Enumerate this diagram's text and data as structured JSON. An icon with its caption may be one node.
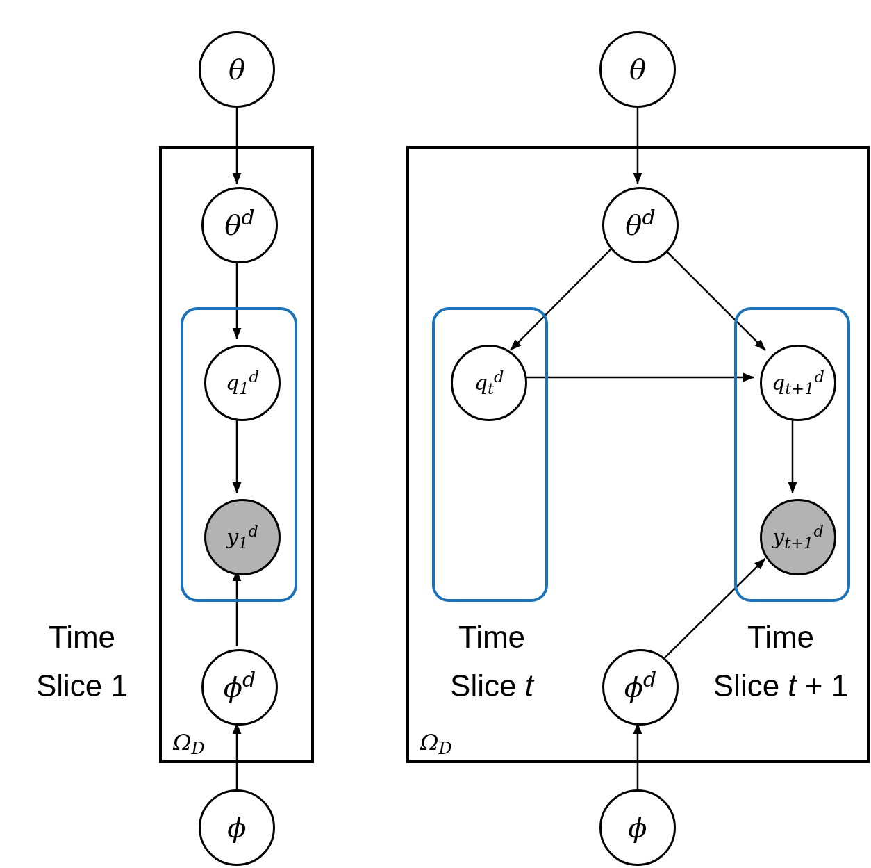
{
  "diagram": {
    "nodes": [
      {
        "text": [
          "θ"
        ]
      },
      {
        "text": [
          "Ω$_{D}$"
        ]
      },
      {
        "text": [
          "θ$^{d}$"
        ],
        "in": 1
      },
      {
        "text": [],
        "shape": "box",
        "in": 1,
        "beside": [
          "Time Slice 1"
        ]
      },
      {
        "text": [
          "q$_{1}$$^{d}$"
        ],
        "in": 3
      },
      {
        "text": [
          "y$_{1}$$^{d}$"
        ],
        "in": 3
      },
      {
        "text": [
          "ϕ$^{d}$"
        ],
        "in": 1
      },
      {
        "text": [
          "ϕ"
        ]
      },
      {
        "text": [
          "θ"
        ]
      },
      {
        "text": [
          "Ω$_{D}$"
        ]
      },
      {
        "text": [
          "θ$^{d}$"
        ],
        "in": 9
      },
      {
        "text": [],
        "shape": "box",
        "in": 9,
        "beside": [
          "Time Slice *t*"
        ]
      },
      {
        "text": [
          "q$_{t}$$^{d}$"
        ],
        "in": 11
      },
      {
        "text": [],
        "shape": "box",
        "in": 9,
        "beside": [
          "Time Slice *t* + 1"
        ]
      },
      {
        "text": [
          "q$_{t+1}$$^{d}$"
        ],
        "in": 13
      },
      {
        "text": [
          "y$_{t+1}$$^{d}$"
        ],
        "in": 13
      },
      {
        "text": [
          "ϕ$^{d}$"
        ],
        "in": 9
      },
      {
        "text": [
          "ϕ"
        ]
      }
    ],
    "edges": [
      {
        "from": 0,
        "to": 2,
        "arrow": "to"
      },
      {
        "from": 2,
        "to": 4,
        "arrow": "to"
      },
      {
        "from": 4,
        "to": 5,
        "arrow": "to"
      },
      {
        "from": 6,
        "to": 5,
        "arrow": "to"
      },
      {
        "from": 7,
        "to": 6,
        "arrow": "to"
      },
      {
        "from": 8,
        "to": 10,
        "arrow": "to"
      },
      {
        "from": 10,
        "to": 12,
        "arrow": "to"
      },
      {
        "from": 10,
        "to": 14,
        "arrow": "to"
      },
      {
        "from": 12,
        "to": 14,
        "arrow": "to"
      },
      {
        "from": 14,
        "to": 15,
        "arrow": "to"
      },
      {
        "from": 16,
        "to": 15,
        "arrow": "to"
      },
      {
        "from": 17,
        "to": 16,
        "arrow": "to"
      }
    ]
  }
}
